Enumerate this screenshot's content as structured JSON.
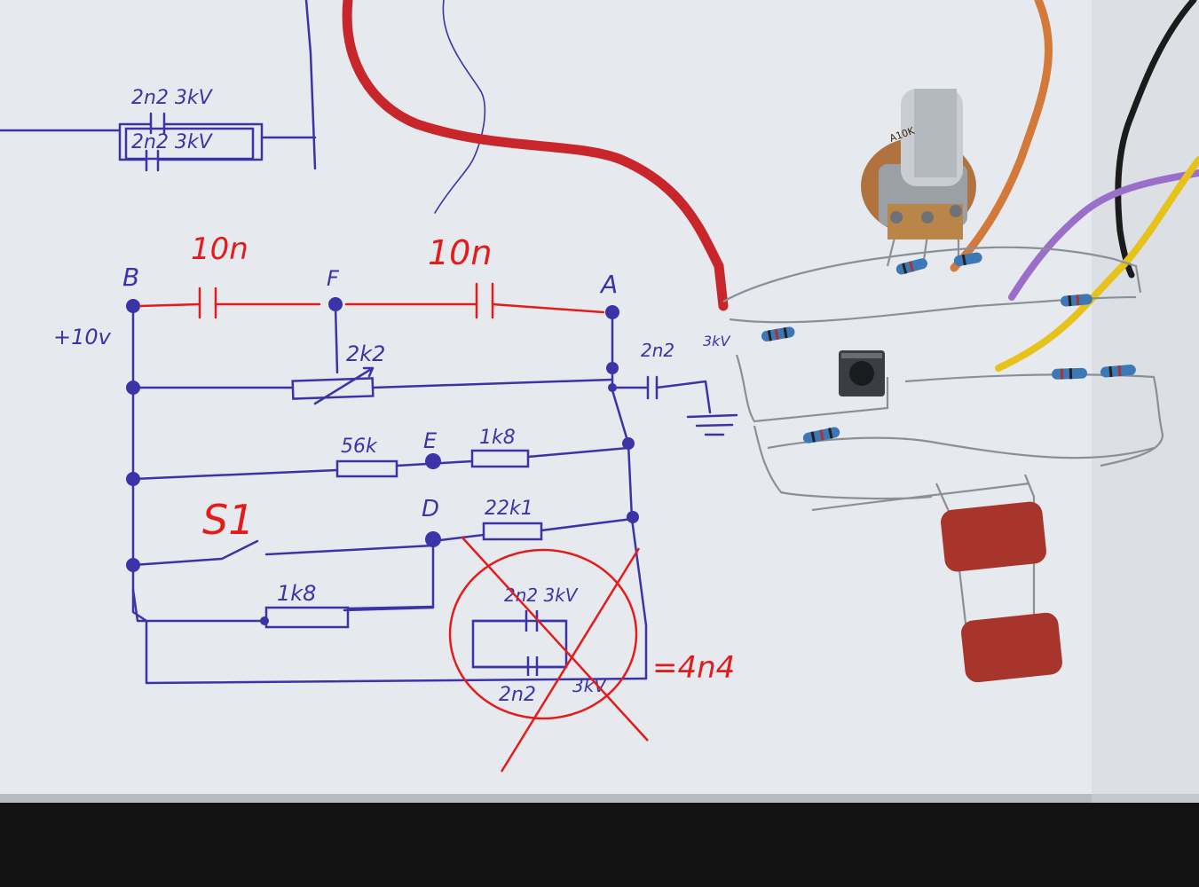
{
  "colors": {
    "paper": "#e7ebef",
    "ink_blue": "#3b34a8",
    "ink_red": "#e41b1b",
    "wire_red": "#c8262b",
    "wire_orange": "#d37a3a",
    "wire_purple": "#9b6fc9",
    "wire_yellow": "#e6c21a",
    "wire_black": "#1b1b1b",
    "capacitor_body": "#a8352b",
    "bg_dark": "#111111"
  },
  "top_sketch": {
    "cap_top": "2n2 3kV",
    "cap_bottom": "2n2 3kV"
  },
  "nodes": {
    "b": "B",
    "f": "F",
    "a": "A",
    "e": "E",
    "d": "D"
  },
  "supply": "+10v",
  "caps_red": {
    "left": "10n",
    "right": "10n"
  },
  "components": {
    "pot": "2k2",
    "cap_out": "2n2",
    "cap_out_rating": "3kV",
    "r_56k": "56k",
    "r_1k8_top": "1k8",
    "r_22k1": "22k1",
    "r_1k8_bottom": "1k8",
    "switch": "S1"
  },
  "crossed_block": {
    "cap_top": "2n2 3kV",
    "cap_bottom_value": "2n2",
    "cap_bottom_rating": "3kV",
    "total": "=4n4"
  },
  "photo": {
    "pot_marking": "A10K"
  }
}
